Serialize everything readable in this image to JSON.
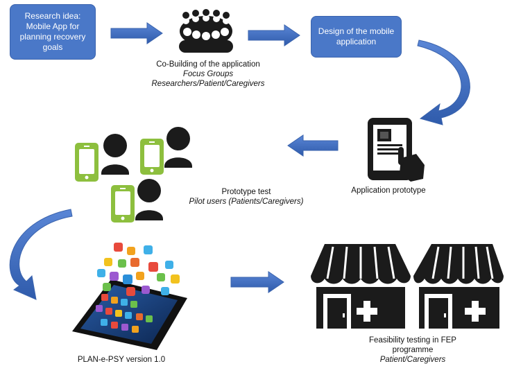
{
  "steps": {
    "research_idea": "Research idea: Mobile App for planning recovery goals",
    "co_building": {
      "title": "Co-Building of the application",
      "method": "Focus Groups",
      "participants": "Researchers/Patient/Caregivers"
    },
    "design": "Design of the mobile application",
    "prototype": {
      "title": "Application prototype"
    },
    "prototype_test": {
      "title": "Prototype test",
      "participants": "Pilot users (Patients/Caregivers)"
    },
    "version": {
      "title": "PLAN-e-PSY version 1.0"
    },
    "feasibility": {
      "title_line1": "Feasibility testing in FEP",
      "title_line2": "programme",
      "participants": "Patient/Caregivers"
    }
  },
  "colors": {
    "box_fill": "#4a78c8",
    "arrow_fill": "#4472c4",
    "phone_green": "#8dbf3e",
    "icon_dark": "#1b1b1b"
  },
  "icons": [
    "group-icon",
    "touch-phone-icon",
    "user-phone-icon",
    "smartphone-apps-icon",
    "shop-icon"
  ]
}
